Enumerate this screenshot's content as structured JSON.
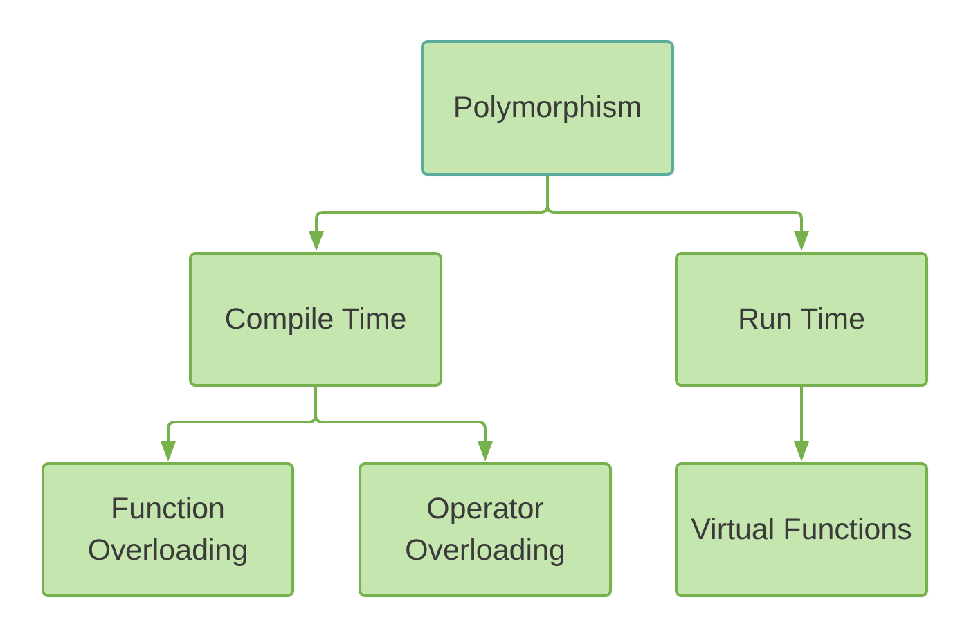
{
  "diagram": {
    "type": "tree-flowchart",
    "nodes": [
      {
        "id": "polymorphism",
        "label": "Polymorphism",
        "level": 1,
        "style": "teal-border"
      },
      {
        "id": "compile-time",
        "label": "Compile Time",
        "level": 2,
        "style": "green-border"
      },
      {
        "id": "run-time",
        "label": "Run Time",
        "level": 2,
        "style": "green-border"
      },
      {
        "id": "function-overloading",
        "label": "Function Overloading",
        "level": 3,
        "style": "green-border"
      },
      {
        "id": "operator-overloading",
        "label": "Operator Overloading",
        "level": 3,
        "style": "green-border"
      },
      {
        "id": "virtual-functions",
        "label": "Virtual Functions",
        "level": 3,
        "style": "green-border"
      }
    ],
    "edges": [
      {
        "from": "polymorphism",
        "to": "compile-time"
      },
      {
        "from": "polymorphism",
        "to": "run-time"
      },
      {
        "from": "compile-time",
        "to": "function-overloading"
      },
      {
        "from": "compile-time",
        "to": "operator-overloading"
      },
      {
        "from": "run-time",
        "to": "virtual-functions"
      }
    ],
    "colors": {
      "background": "#ffffff",
      "box_fill": "#c5e6ae",
      "box_border_green": "#77b14d",
      "box_border_teal": "#5cab9f",
      "connector": "#76b14b",
      "text": "#3a3a3a"
    }
  }
}
